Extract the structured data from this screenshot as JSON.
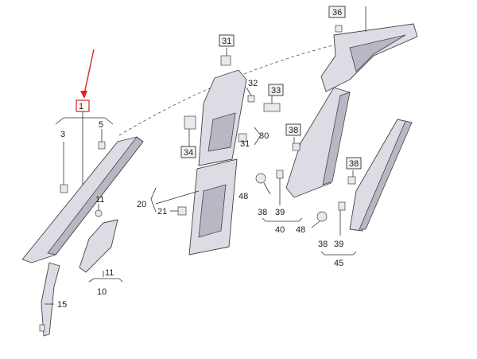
{
  "callouts": {
    "c1": "1",
    "c3": "3",
    "c5": "5",
    "c10": "10",
    "c11a": "11",
    "c11b": "11",
    "c15": "15",
    "c20": "20",
    "c21": "21",
    "c30": "30",
    "c31a": "31",
    "c31b": "31",
    "c32": "32",
    "c33": "33",
    "c34": "34",
    "c36": "36",
    "c38a": "38",
    "c38b": "38",
    "c38c": "38",
    "c38d": "38",
    "c39a": "39",
    "c39b": "39",
    "c40": "40",
    "c45": "45",
    "c48a": "48",
    "c48b": "48"
  },
  "colors": {
    "highlight": "#e02020",
    "trim": "#dcdce4",
    "shade": "#b8b8c4"
  }
}
